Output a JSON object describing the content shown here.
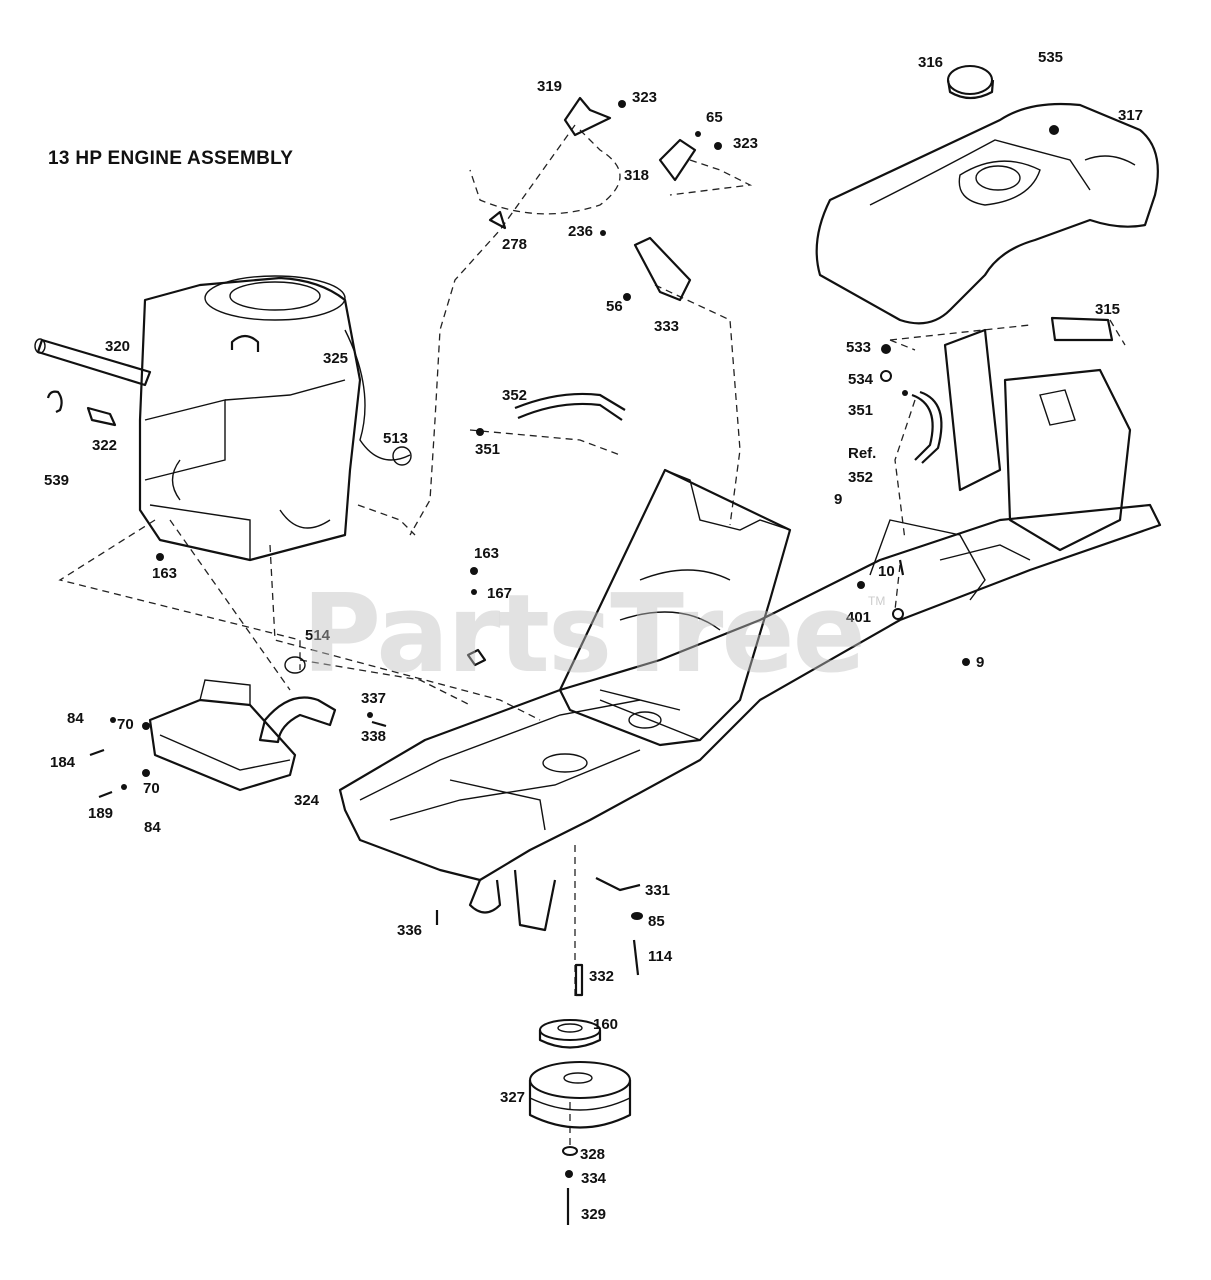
{
  "title": "13 HP ENGINE ASSEMBLY",
  "watermark": "PartsTree",
  "trademark": "TM",
  "callouts": [
    {
      "label": "319"
    },
    {
      "label": "323"
    },
    {
      "label": "65"
    },
    {
      "label": "323"
    },
    {
      "label": "318"
    },
    {
      "label": "278"
    },
    {
      "label": "236"
    },
    {
      "label": "56"
    },
    {
      "label": "333"
    },
    {
      "label": "316"
    },
    {
      "label": "535"
    },
    {
      "label": "317"
    },
    {
      "label": "315"
    },
    {
      "label": "533"
    },
    {
      "label": "534"
    },
    {
      "label": "351"
    },
    {
      "label": "Ref."
    },
    {
      "label": "352"
    },
    {
      "label": "9"
    },
    {
      "label": "10"
    },
    {
      "label": "401"
    },
    {
      "label": "9"
    },
    {
      "label": "320"
    },
    {
      "label": "325"
    },
    {
      "label": "322"
    },
    {
      "label": "539"
    },
    {
      "label": "513"
    },
    {
      "label": "351"
    },
    {
      "label": "352"
    },
    {
      "label": "163"
    },
    {
      "label": "163"
    },
    {
      "label": "167"
    },
    {
      "label": "514"
    },
    {
      "label": "337"
    },
    {
      "label": "338"
    },
    {
      "label": "84"
    },
    {
      "label": "70"
    },
    {
      "label": "184"
    },
    {
      "label": "70"
    },
    {
      "label": "189"
    },
    {
      "label": "84"
    },
    {
      "label": "324"
    },
    {
      "label": "336"
    },
    {
      "label": "331"
    },
    {
      "label": "85"
    },
    {
      "label": "114"
    },
    {
      "label": "332"
    },
    {
      "label": "160"
    },
    {
      "label": "327"
    },
    {
      "label": "328"
    },
    {
      "label": "334"
    },
    {
      "label": "329"
    }
  ]
}
